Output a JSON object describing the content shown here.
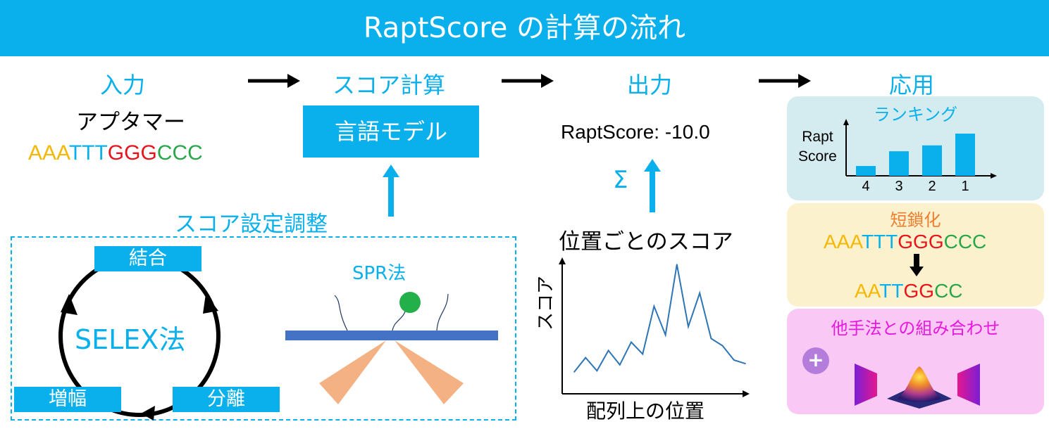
{
  "title": "RaptScore の計算の流れ",
  "stages": {
    "input": "入力",
    "score_calc": "スコア計算",
    "output": "出力",
    "application": "応用"
  },
  "input": {
    "aptamer_label": "アプタマー",
    "sequence": {
      "a": "AAA",
      "t": "TTT",
      "g": "GGG",
      "c": "CCC"
    }
  },
  "model_label": "言語モデル",
  "tuning": {
    "title": "スコア設定調整",
    "selex": {
      "label": "SELEX法",
      "steps": {
        "binding": "結合",
        "separation": "分離",
        "amplification": "増幅"
      }
    },
    "spr": {
      "label": "SPR法"
    }
  },
  "output": {
    "score_text": "RaptScore: -10.0",
    "sum_symbol": "Σ",
    "per_position_label": "位置ごとのスコア",
    "chart_data": {
      "type": "line",
      "ylabel": "スコア",
      "xlabel": "配列上の位置",
      "values": [
        1.0,
        2.2,
        1.1,
        2.8,
        1.6,
        3.5,
        2.5,
        6.5,
        4.1,
        10.0,
        4.8,
        7.6,
        3.8,
        3.2,
        2.0,
        1.7
      ]
    }
  },
  "applications": {
    "ranking": {
      "title": "ランキング",
      "ylabel_line1": "Rapt",
      "ylabel_line2": "Score",
      "chart_data": {
        "type": "bar",
        "categories": [
          "4",
          "3",
          "2",
          "1"
        ],
        "values": [
          1,
          2.5,
          3.1,
          4.3
        ]
      }
    },
    "shortening": {
      "title": "短鎖化",
      "from": {
        "a": "AAA",
        "t": "TTT",
        "g": "GGG",
        "c": "CCC"
      },
      "to": {
        "a": "AA",
        "t": "TT",
        "g": "GG",
        "c": "CC"
      }
    },
    "combination": {
      "title": "他手法との組み合わせ",
      "plus_symbol": "+"
    }
  },
  "colors": {
    "accent": "#0ab0ec",
    "nucleotide_a": "#f5b800",
    "nucleotide_t": "#0ab0ec",
    "nucleotide_g": "#e8141c",
    "nucleotide_c": "#2aa64a",
    "ranking_bg": "#d4ecef",
    "shortening_bg": "#fcf1cd",
    "combination_bg": "#fac8f5"
  }
}
